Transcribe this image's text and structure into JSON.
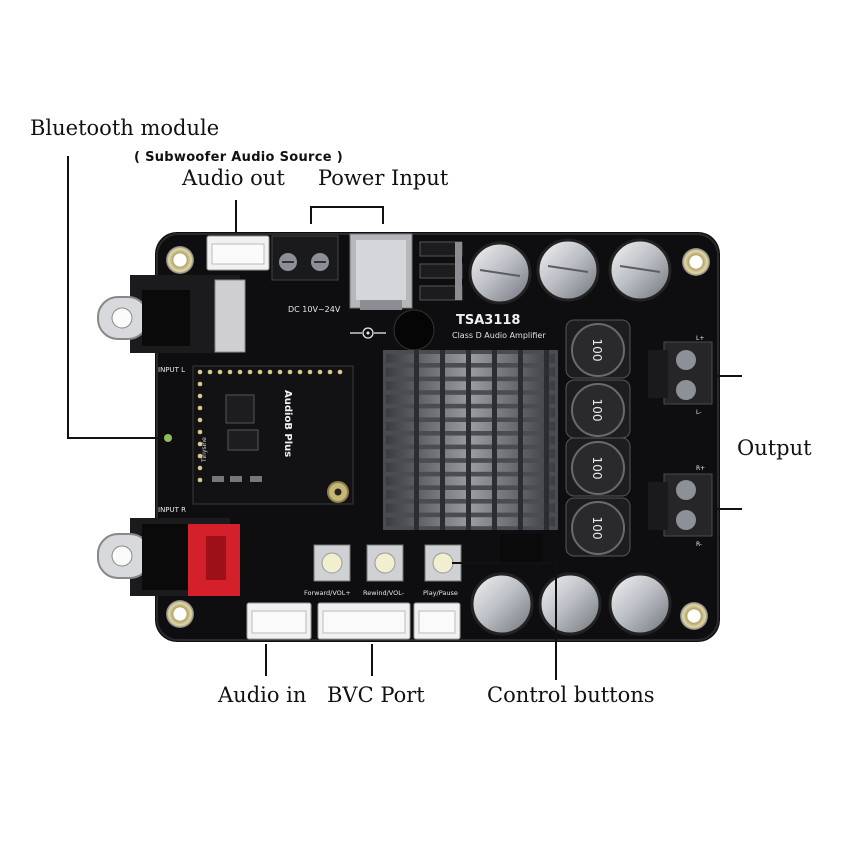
{
  "callouts": {
    "bluetooth_module": "Bluetooth module",
    "subwoofer_source": "( Subwoofer  Audio Source )",
    "audio_out": "Audio out",
    "power_input": "Power Input",
    "output": "Output",
    "audio_in": "Audio in",
    "bvc_port": "BVC  Port",
    "control_buttons": "Control buttons"
  },
  "board": {
    "chip_title": "TSA3118",
    "subtitle": "Class D Audio Amplifier",
    "dc_label": "DC 10V~24V",
    "input_label_top": "INPUT L",
    "input_label_bottom": "INPUT R",
    "module_name": "AudioB Plus",
    "module_brand": "Tinysine",
    "inductor_value": "100",
    "terminal_labels": [
      "L+",
      "L-",
      "R+",
      "R-"
    ],
    "buttons": [
      "Forward/VOL+",
      "Rewind/VOL-",
      "Play/Pause"
    ]
  },
  "colors": {
    "pcb": "#0e0e10",
    "silk": "#e8e8e8",
    "heatsink": "#6a6c70",
    "rca_accent": "#d4202a"
  }
}
